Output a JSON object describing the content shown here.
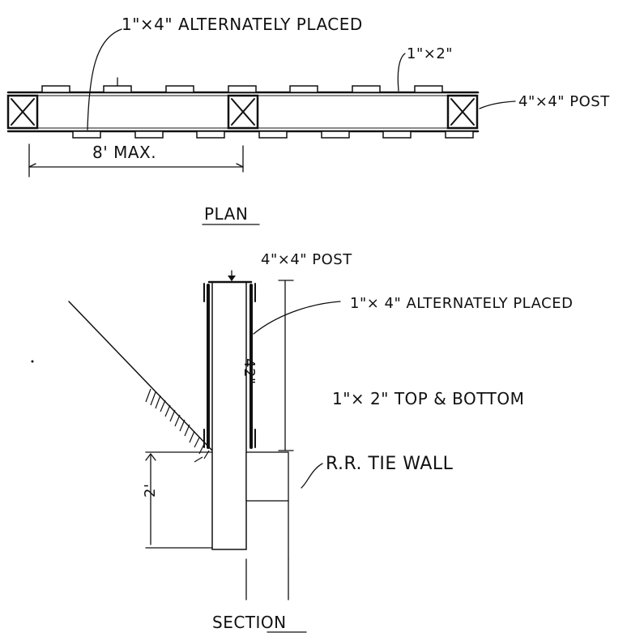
{
  "plan": {
    "label_boards": "1\"×4\" ALTERNATELY PLACED",
    "label_rail": "1\"×2\"",
    "label_post": "4\"×4\" POST",
    "label_span": "8' MAX.",
    "title": "PLAN"
  },
  "section": {
    "label_post": "4\"×4\" POST",
    "label_boards": "1\"× 4\" ALTERNATELY PLACED",
    "label_height": "42\"",
    "label_rails": "1\"× 2\" TOP & BOTTOM",
    "label_wall": "R.R. TIE WALL",
    "label_depth": "2'",
    "title": "SECTION"
  }
}
